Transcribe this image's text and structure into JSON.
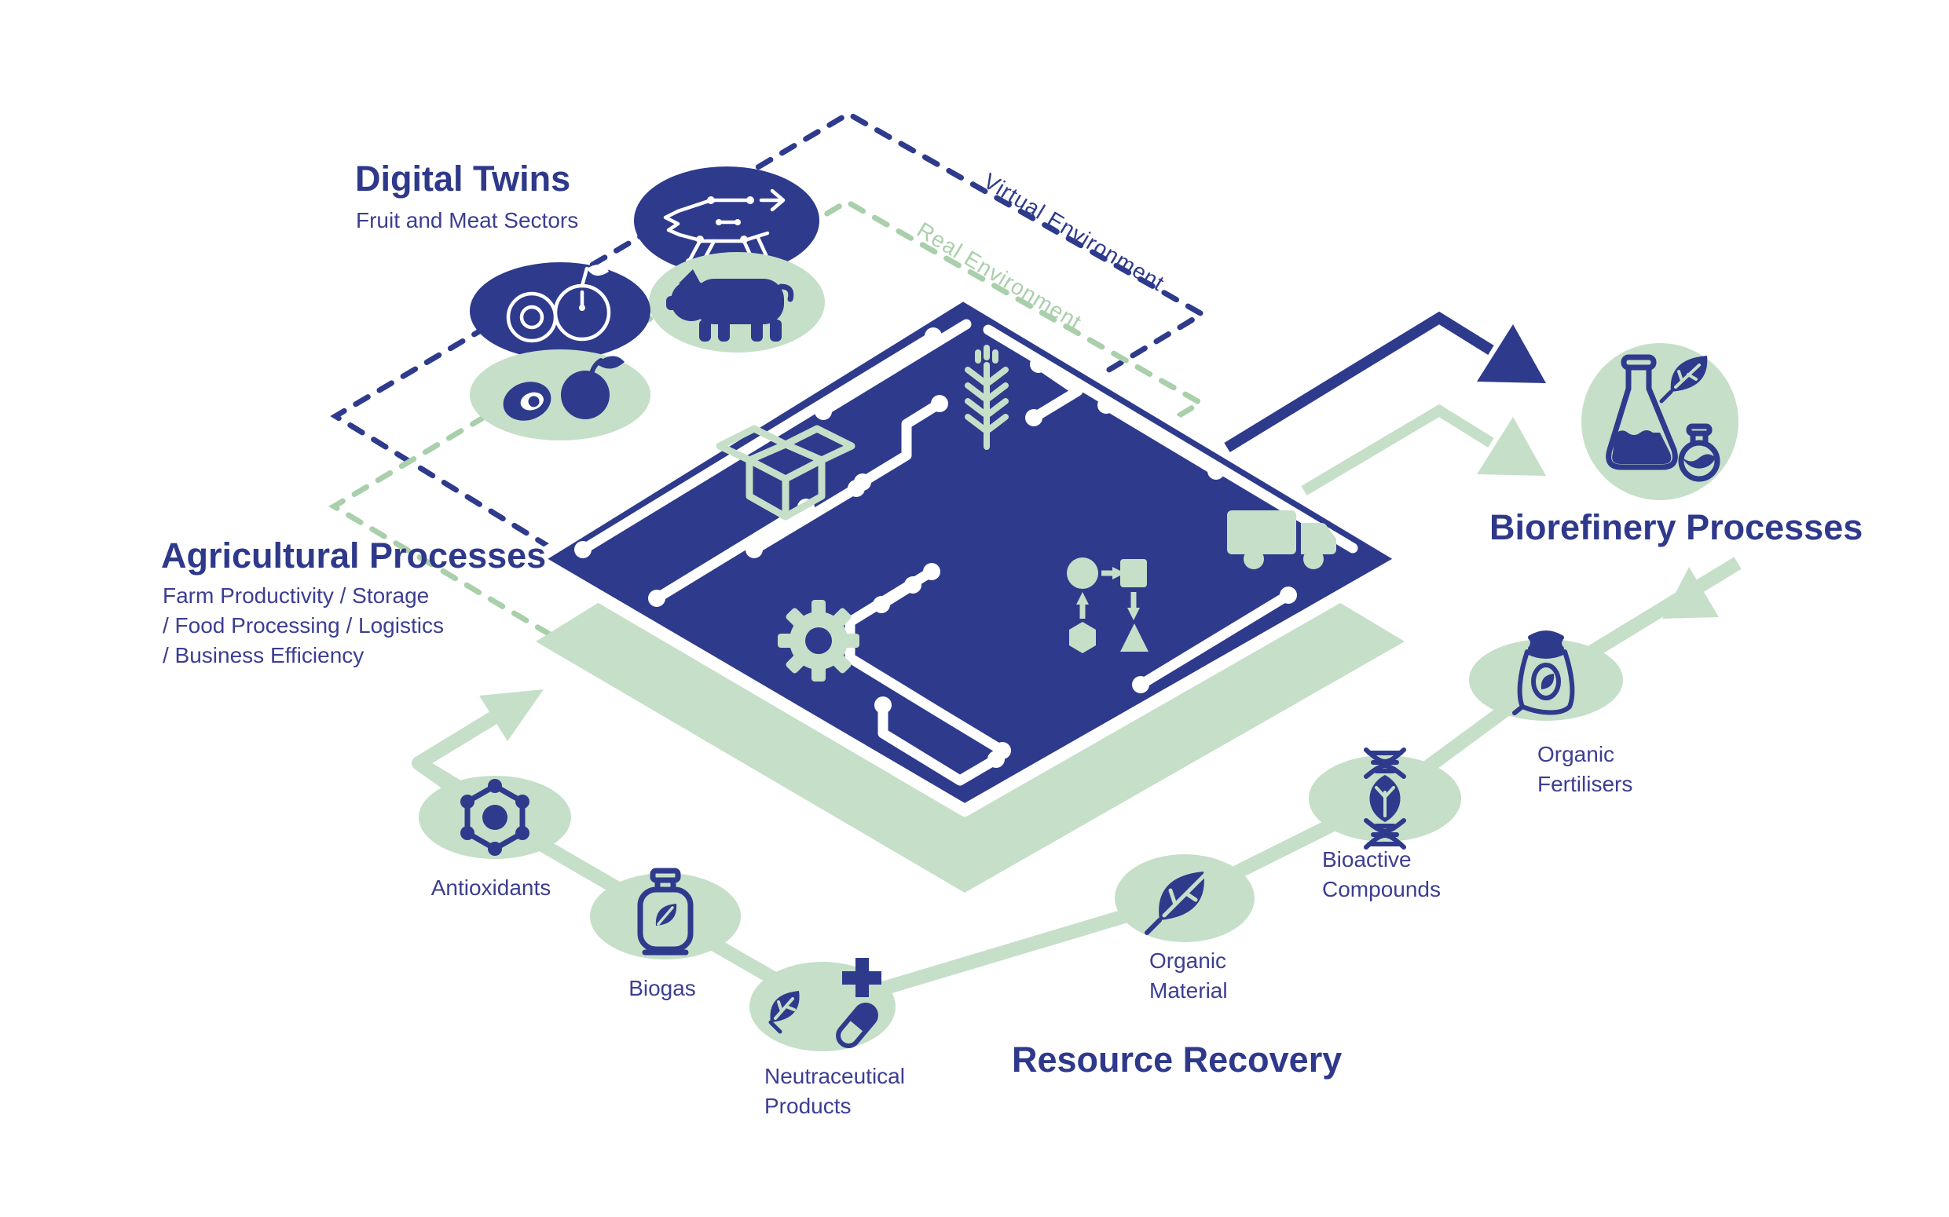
{
  "palette": {
    "indigo": "#2e3a8c",
    "sage": "#c6dfc8",
    "sage_soft": "#a9cfab",
    "text_indigo": "#3c3e92",
    "white": "#ffffff"
  },
  "digital_twins": {
    "title": "Digital Twins",
    "subtitle": "Fruit and Meat Sectors"
  },
  "environment_labels": {
    "virtual": "Virtual Environment",
    "real": "Real Environment"
  },
  "agricultural": {
    "title": "Agricultural Processes",
    "subtitle": "Farm Productivity / Storage\n/ Food Processing / Logistics\n/ Business Efficiency"
  },
  "biorefinery": {
    "title": "Biorefinery Processes",
    "icon": "flasks-leaf-icon"
  },
  "resource_recovery": {
    "title": "Resource Recovery",
    "nodes": [
      {
        "label": "Antioxidants",
        "icon": "molecule-icon"
      },
      {
        "label": "Biogas",
        "icon": "gas-cylinder-icon"
      },
      {
        "label": "Neutraceutical\nProducts",
        "icon": "leaf-capsule-icon"
      },
      {
        "label": "Organic\nMaterial",
        "icon": "leaf-icon"
      },
      {
        "label": "Bioactive\nCompounds",
        "icon": "dna-icon"
      },
      {
        "label": "Organic\nFertilisers",
        "icon": "fertiliser-bag-icon"
      }
    ]
  },
  "board_icons": [
    "wheat-icon",
    "open-box-icon",
    "gear-icon",
    "flowchart-icon",
    "truck-icon"
  ],
  "digital_twin_icons": [
    "circuit-pig-icon",
    "real-pig-icon",
    "circuit-fruit-icon",
    "real-fruit-icon"
  ]
}
